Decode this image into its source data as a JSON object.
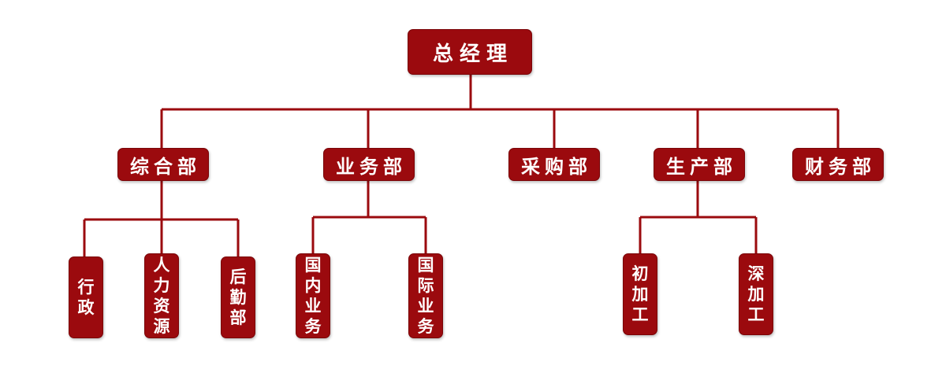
{
  "chart": {
    "root": "总经理",
    "departments": [
      {
        "name": "综合部",
        "children": [
          "行政",
          "人力资源",
          "后勤部"
        ]
      },
      {
        "name": "业务部",
        "children": [
          "国内业务",
          "国际业务"
        ]
      },
      {
        "name": "采购部",
        "children": []
      },
      {
        "name": "生产部",
        "children": [
          "初加工",
          "深加工"
        ]
      },
      {
        "name": "财务部",
        "children": []
      }
    ]
  },
  "colors": {
    "box_fill": "#9b0a0e",
    "line": "#9b0a0e",
    "text": "#ffffff"
  }
}
